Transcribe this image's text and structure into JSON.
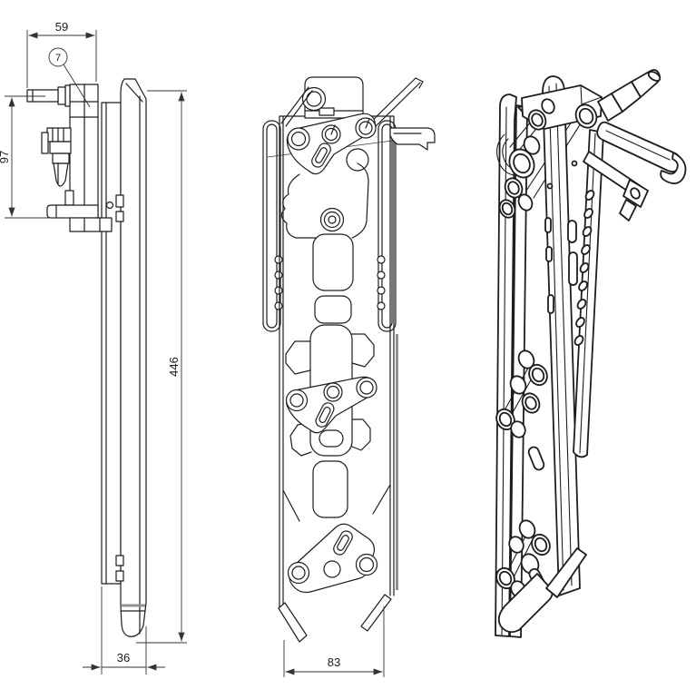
{
  "drawing": {
    "background": "#ffffff",
    "line_color": "#1d1d1d",
    "shade_color": "#909090",
    "dimension_color": "#333333",
    "dimensions": {
      "top_width": "59",
      "upper_height": "97",
      "overall_height": "446",
      "bottom_depth": "36",
      "overall_width": "83"
    },
    "balloon": {
      "item_number": "7"
    }
  }
}
